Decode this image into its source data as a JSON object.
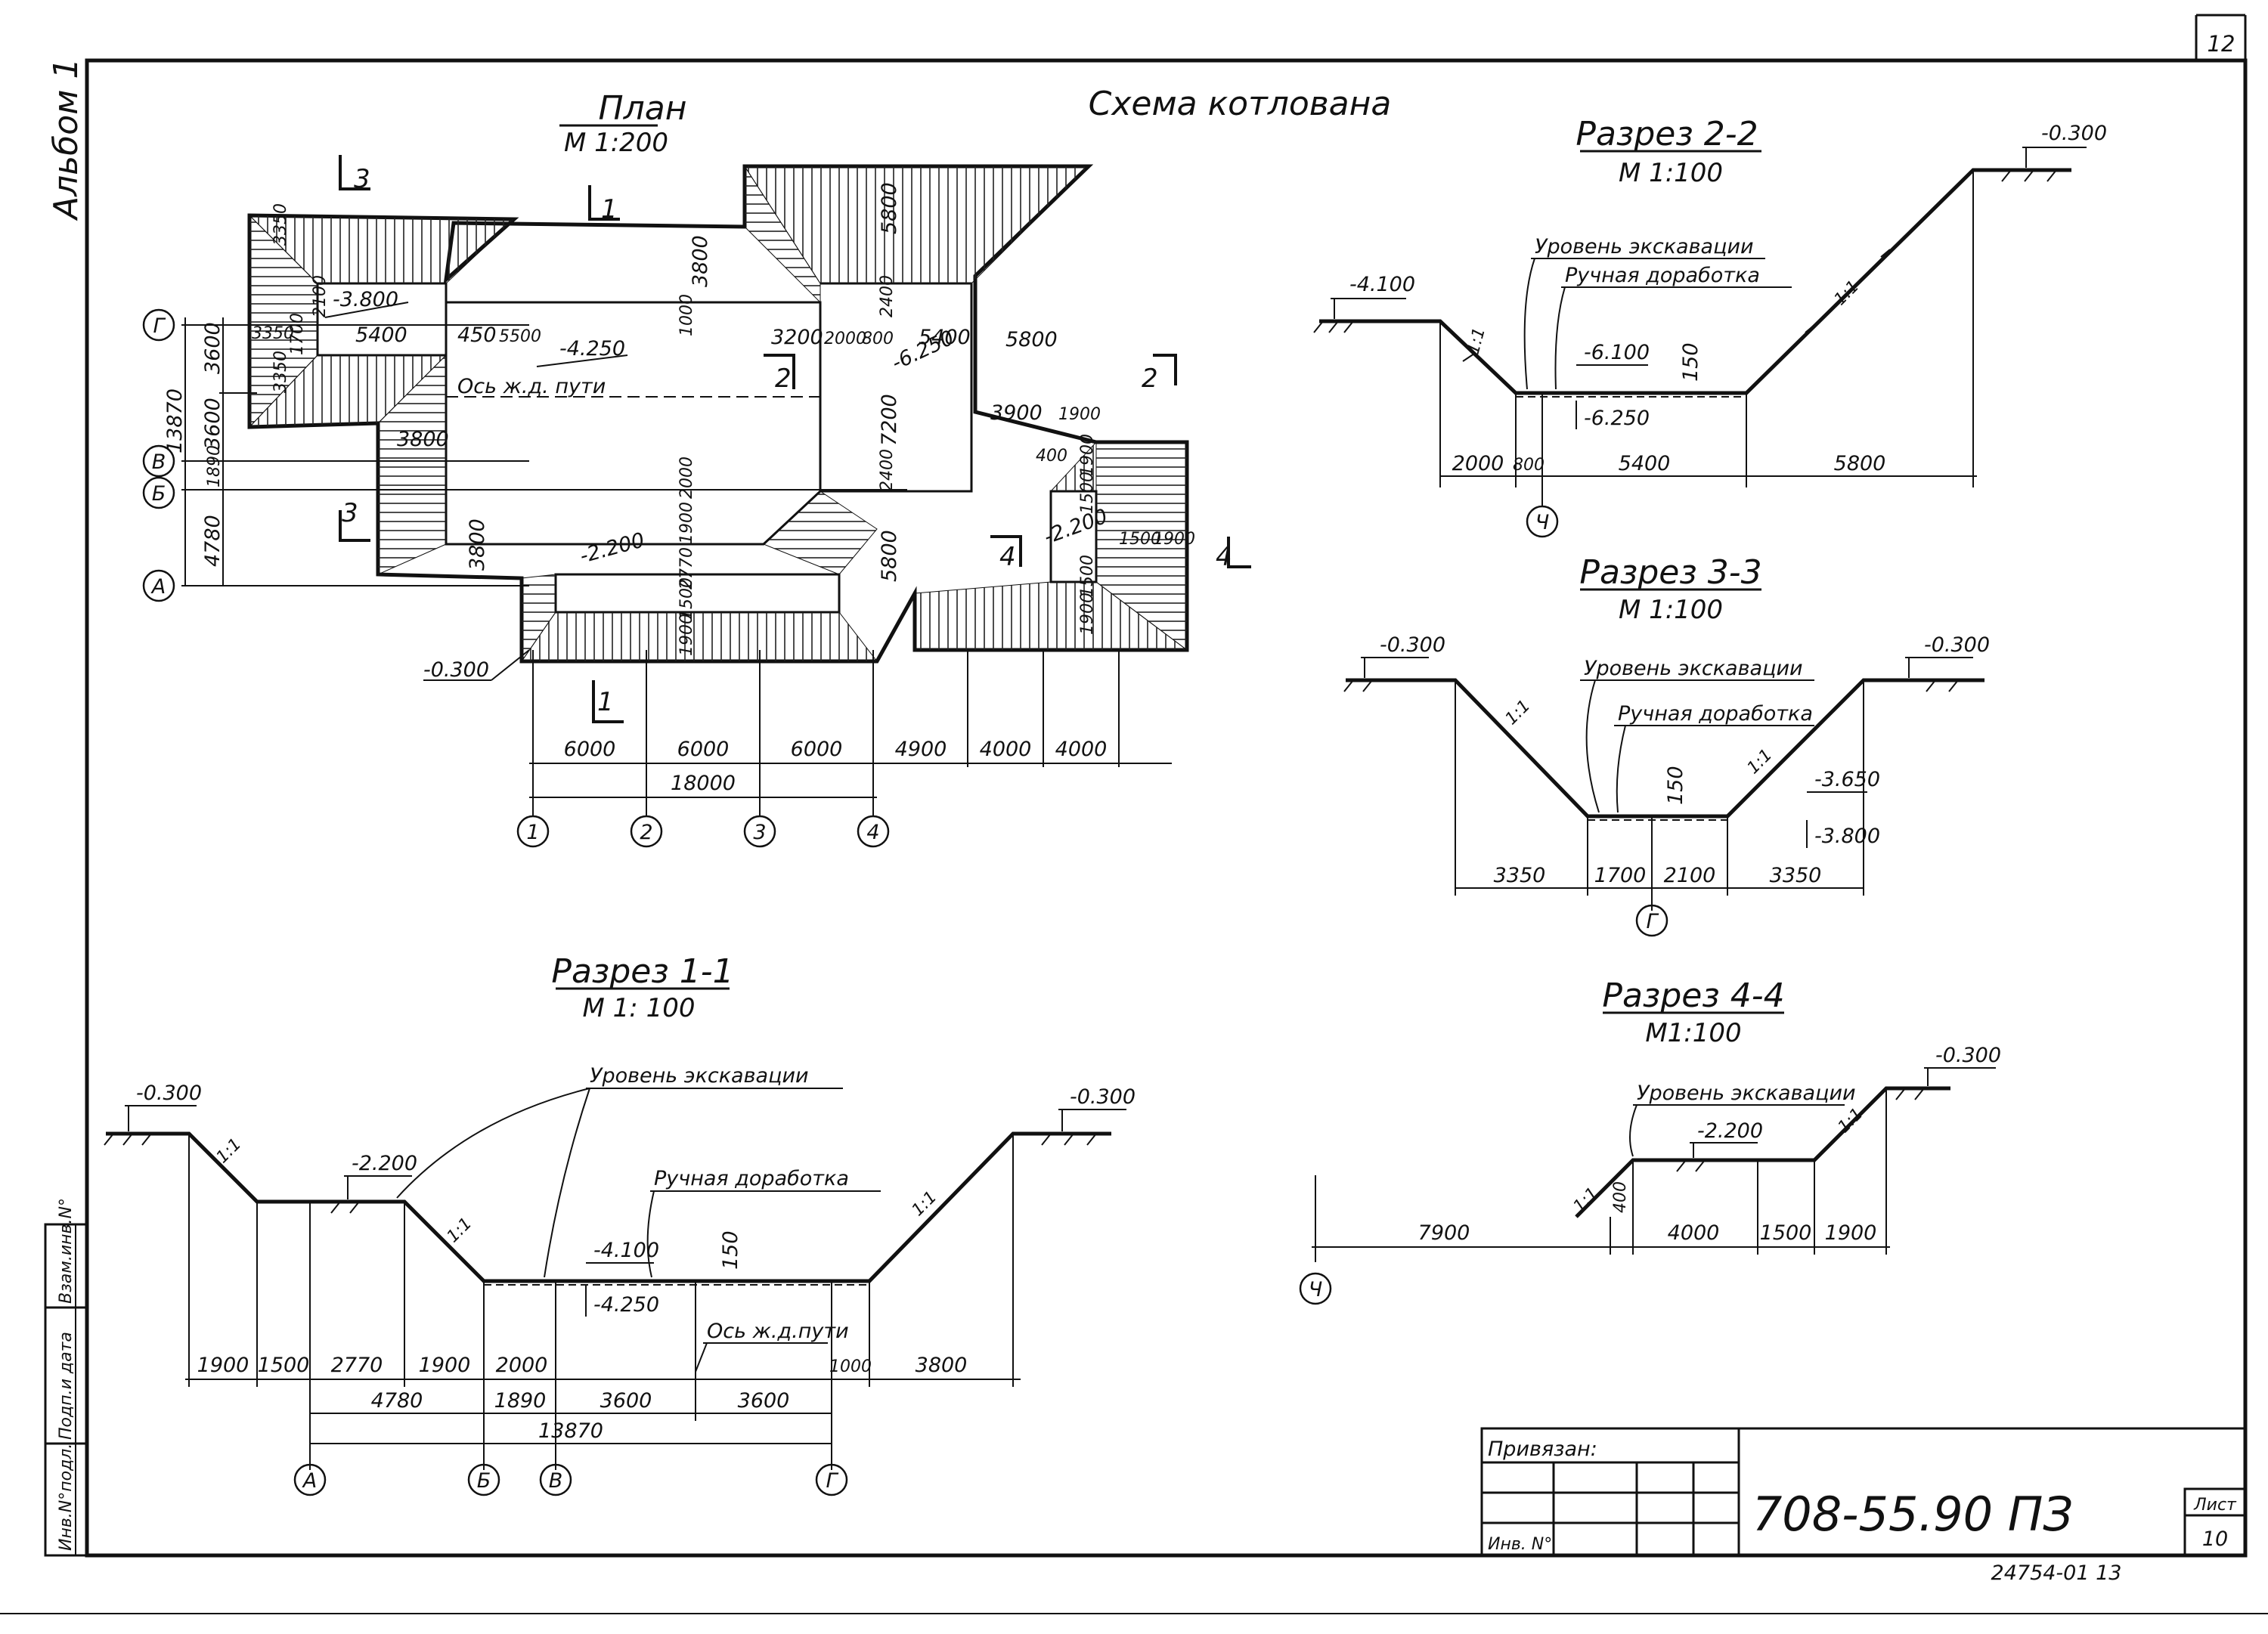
{
  "sheet": {
    "sheet_number_top": "12",
    "album": "Альбом 1",
    "title": "Схема котлована",
    "doc_code": "708-55.90 ПЗ",
    "list_label": "Лист",
    "list_number": "10",
    "archive_code": "24754-01 13",
    "stamp_tied": "Привязан:",
    "stamp_inv": "Инв. N°",
    "side_labels": [
      "Взам.инв.N°",
      "Подп.и дата",
      "Инв.N°подл."
    ]
  },
  "plan": {
    "title": "План",
    "scale": "М 1:200",
    "axis_note": "Ось ж.д. пути",
    "levels": [
      "-3.800",
      "-4.250",
      "-6.250",
      "-2.200",
      "-2.200",
      "-0.300"
    ],
    "sections": [
      "3",
      "1",
      "2",
      "3",
      "4",
      "1",
      "2",
      "4"
    ],
    "row_axes": [
      "Г",
      "В",
      "Б",
      "А"
    ],
    "col_axes": [
      "1",
      "2",
      "3",
      "4"
    ],
    "left_dims": [
      "3600",
      "3600",
      "1890",
      "4780"
    ],
    "total_left": "13870",
    "bottom_dims": [
      "6000",
      "6000",
      "6000",
      "4900",
      "4000",
      "4000"
    ],
    "bottom_total": "18000",
    "inner": {
      "d3350a": "3350",
      "d2100": "2100",
      "d3350b": "3350",
      "d1700": "1700",
      "d3350c": "3350",
      "d5400a": "5400",
      "d450": "450",
      "d5500": "5500",
      "d3800a": "3800",
      "d1000": "1000",
      "d5800a": "5800",
      "d2400a": "2400",
      "d3200": "3200",
      "d2000a": "2000",
      "d800": "800",
      "d5400b": "5400",
      "d5800b": "5800",
      "d7200": "7200",
      "d3900": "3900",
      "d1900a": "1900",
      "d3800b": "3800",
      "d2000b": "2000",
      "d2400b": "2400",
      "d400": "400",
      "d1900b": "1900",
      "d1500a": "1500",
      "d1500b": "1500",
      "d1900c": "1900",
      "d1900d": "1900",
      "d2770": "2770",
      "d1500c": "1500",
      "d1900e": "1900",
      "d3800c": "3800",
      "d5800c": "5800",
      "d1500d": "1500",
      "d1900f": "1900"
    }
  },
  "s22": {
    "title": "Разрез 2-2",
    "scale": "М 1:100",
    "excav": "Уровень экскавации",
    "manual": "Ручная доработка",
    "lev_top_r": "-0.300",
    "lev_top_l": "-4.100",
    "lev_a": "-6.100",
    "lev_b": "-6.250",
    "d150": "150",
    "slope_l": "1:1",
    "slope_r": "1:1",
    "dims": [
      "2000",
      "800",
      "5400",
      "5800"
    ],
    "axis": "Ч"
  },
  "s33": {
    "title": "Разрез 3-3",
    "scale": "М 1:100",
    "excav": "Уровень экскавации",
    "manual": "Ручная доработка",
    "lev_l": "-0.300",
    "lev_r": "-0.300",
    "lev_a": "-3.650",
    "lev_b": "-3.800",
    "d150": "150",
    "slope_l": "1:1",
    "slope_r": "1:1",
    "dims": [
      "3350",
      "1700",
      "2100",
      "3350"
    ],
    "axis": "Г"
  },
  "s11": {
    "title": "Разрез 1-1",
    "scale": "М 1: 100",
    "excav": "Уровень экскавации",
    "manual": "Ручная доработка",
    "rail_axis": "Ось ж.д.пути",
    "lev_l": "-0.300",
    "lev_r": "-0.300",
    "lev_bench": "-2.200",
    "lev_a": "-4.100",
    "lev_b": "-4.250",
    "d150": "150",
    "slopes": [
      "1:1",
      "1:1",
      "1:1"
    ],
    "dims1": [
      "1900",
      "1500",
      "2770",
      "1900",
      "2000",
      "1000",
      "3800"
    ],
    "dims2": [
      "4780",
      "1890",
      "3600",
      "3600"
    ],
    "total": "13870",
    "axes": [
      "А",
      "Б",
      "В",
      "Г"
    ]
  },
  "s44": {
    "title": "Разрез 4-4",
    "scale": "М1:100",
    "excav": "Уровень экскавации",
    "lev_top": "-0.300",
    "lev_bench": "-2.200",
    "slopes": [
      "1:1",
      "1:1"
    ],
    "d400": "400",
    "dims": [
      "7900",
      "4000",
      "1500",
      "1900"
    ],
    "axis": "Ч"
  }
}
